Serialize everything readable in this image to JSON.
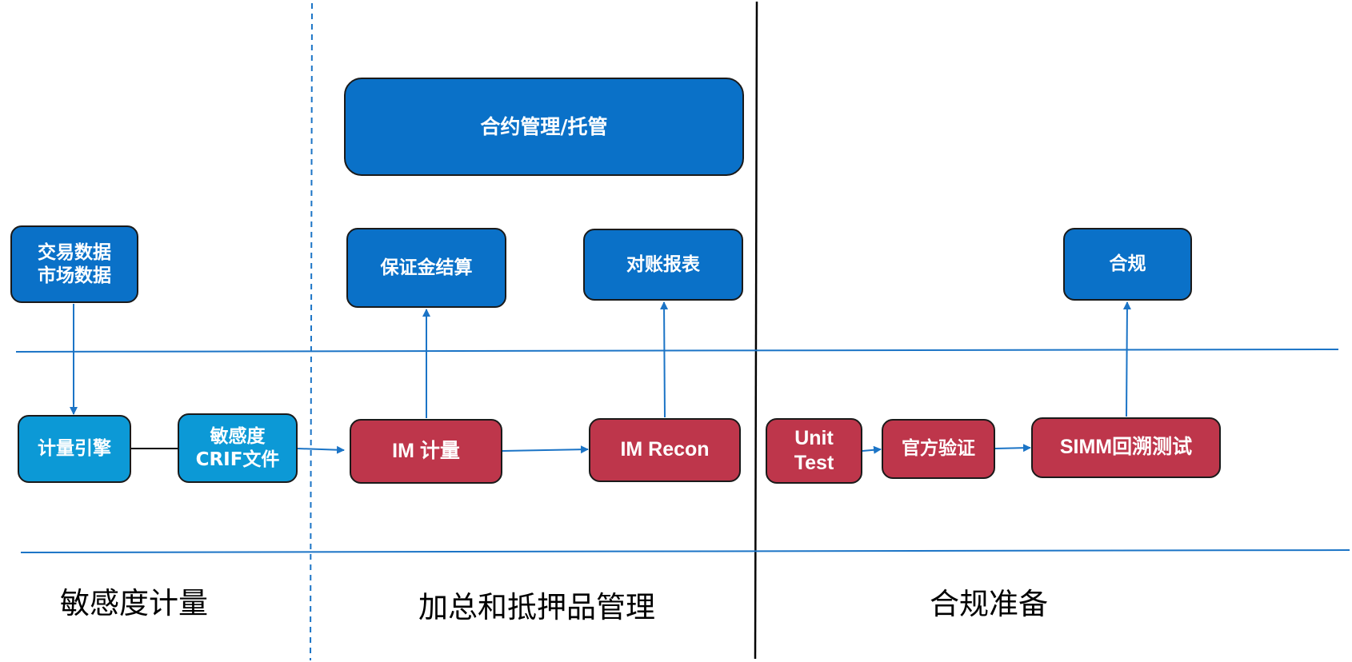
{
  "colors": {
    "navy": "#0a71c8",
    "sky": "#0c99d6",
    "red": "#be364b",
    "divider": "#1b74c6",
    "border": "#1a1a1a"
  },
  "sections": [
    {
      "id": "sensitivity",
      "label": "敏感度计量"
    },
    {
      "id": "aggregation",
      "label": "加总和抵押品管理"
    },
    {
      "id": "compliance",
      "label": "合规准备"
    }
  ],
  "boxes": {
    "contract_mgmt": "合约管理/托管",
    "trade_market_data": "交易数据\n市场数据",
    "margin_settlement": "保证金结算",
    "recon_report": "对账报表",
    "compliance": "合规",
    "calc_engine": "计量引擎",
    "crif_file": "敏感度\nCRIF文件",
    "im_calc": "IM 计量",
    "im_recon": "IM Recon",
    "unit_test": "Unit\nTest",
    "official_validation": "官方验证",
    "simm_backtest": "SIMM回溯测试"
  }
}
